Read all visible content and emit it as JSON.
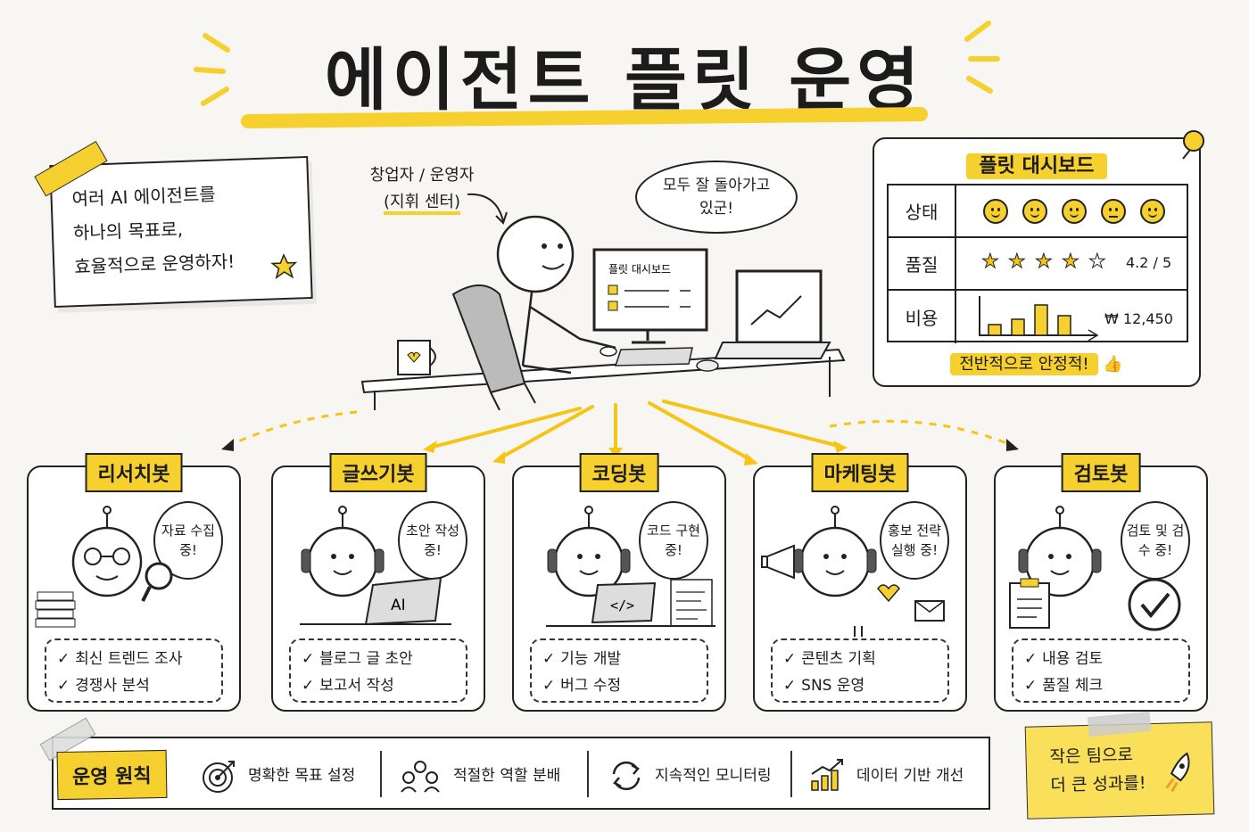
{
  "title": "에이전트 플릿 운영",
  "intro_note": {
    "lines": [
      "여러 AI 에이전트를",
      "하나의 목표로,",
      "효율적으로 운영하자!"
    ],
    "star_icon": "star-icon"
  },
  "operator": {
    "label_line1": "창업자 / 운영자",
    "label_line2": "(지휘 센터)",
    "speech": "모두 잘 돌아가고 있군!",
    "monitor_title": "플릿 대시보드"
  },
  "dashboard": {
    "title": "플릿 대시보드",
    "rows": [
      {
        "label": "상태",
        "faces": [
          "happy",
          "happy",
          "happy",
          "neutral",
          "happy"
        ]
      },
      {
        "label": "품질",
        "stars_filled": 4,
        "stars_total": 5,
        "value": "4.2 / 5"
      },
      {
        "label": "비용",
        "bars": [
          0.3,
          0.45,
          0.85,
          0.55
        ],
        "value": "₩ 12,450"
      }
    ],
    "summary": "전반적으로 안정적!"
  },
  "agents": [
    {
      "name": "리서치봇",
      "speech": "자료 수집 중!",
      "tasks": [
        "최신 트렌드 조사",
        "경쟁사 분석"
      ]
    },
    {
      "name": "글쓰기봇",
      "speech": "초안 작성 중!",
      "tasks": [
        "블로그 글 초안",
        "보고서 작성"
      ],
      "laptop_text": "AI"
    },
    {
      "name": "코딩봇",
      "speech": "코드 구현 중!",
      "tasks": [
        "기능 개발",
        "버그 수정"
      ],
      "laptop_text": "</>"
    },
    {
      "name": "마케팅봇",
      "speech": "홍보 전략 실행 중!",
      "tasks": [
        "콘텐츠 기획",
        "SNS 운영"
      ]
    },
    {
      "name": "검토봇",
      "speech": "검토 및 검수 중!",
      "tasks": [
        "내용 검토",
        "품질 체크"
      ]
    }
  ],
  "principles": {
    "title": "운영 원칙",
    "items": [
      {
        "icon": "target-icon",
        "label": "명확한 목표 설정"
      },
      {
        "icon": "team-icon",
        "label": "적절한 역할 분배"
      },
      {
        "icon": "refresh-icon",
        "label": "지속적인 모니터링"
      },
      {
        "icon": "growth-chart-icon",
        "label": "데이터 기반 개선"
      }
    ]
  },
  "closing_note": {
    "lines": [
      "작은 팀으로",
      "더 큰 성과를!"
    ],
    "icon": "rocket-icon"
  },
  "colors": {
    "accent": "#f6d02f",
    "ink": "#1c1c1c",
    "paper": "#f7f6f2"
  }
}
